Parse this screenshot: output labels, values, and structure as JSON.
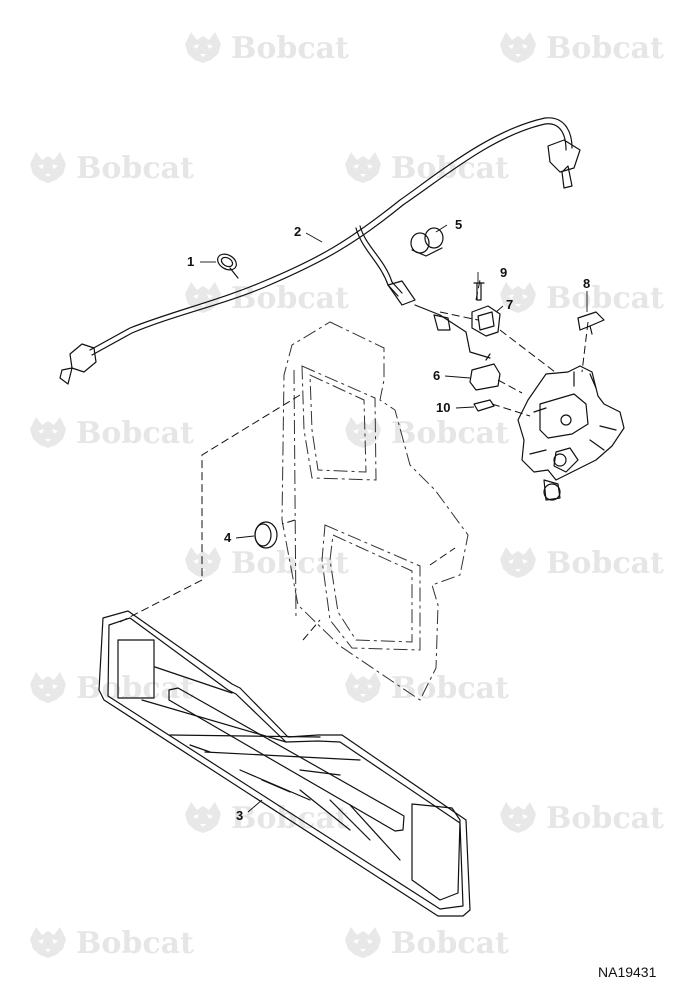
{
  "watermark": {
    "text": "Bobcat",
    "icon": "bobcat-head-logo-icon"
  },
  "callouts": [
    "1",
    "2",
    "3",
    "4",
    "5",
    "6",
    "7",
    "8",
    "9",
    "10"
  ],
  "drawing_id": "NA19431"
}
